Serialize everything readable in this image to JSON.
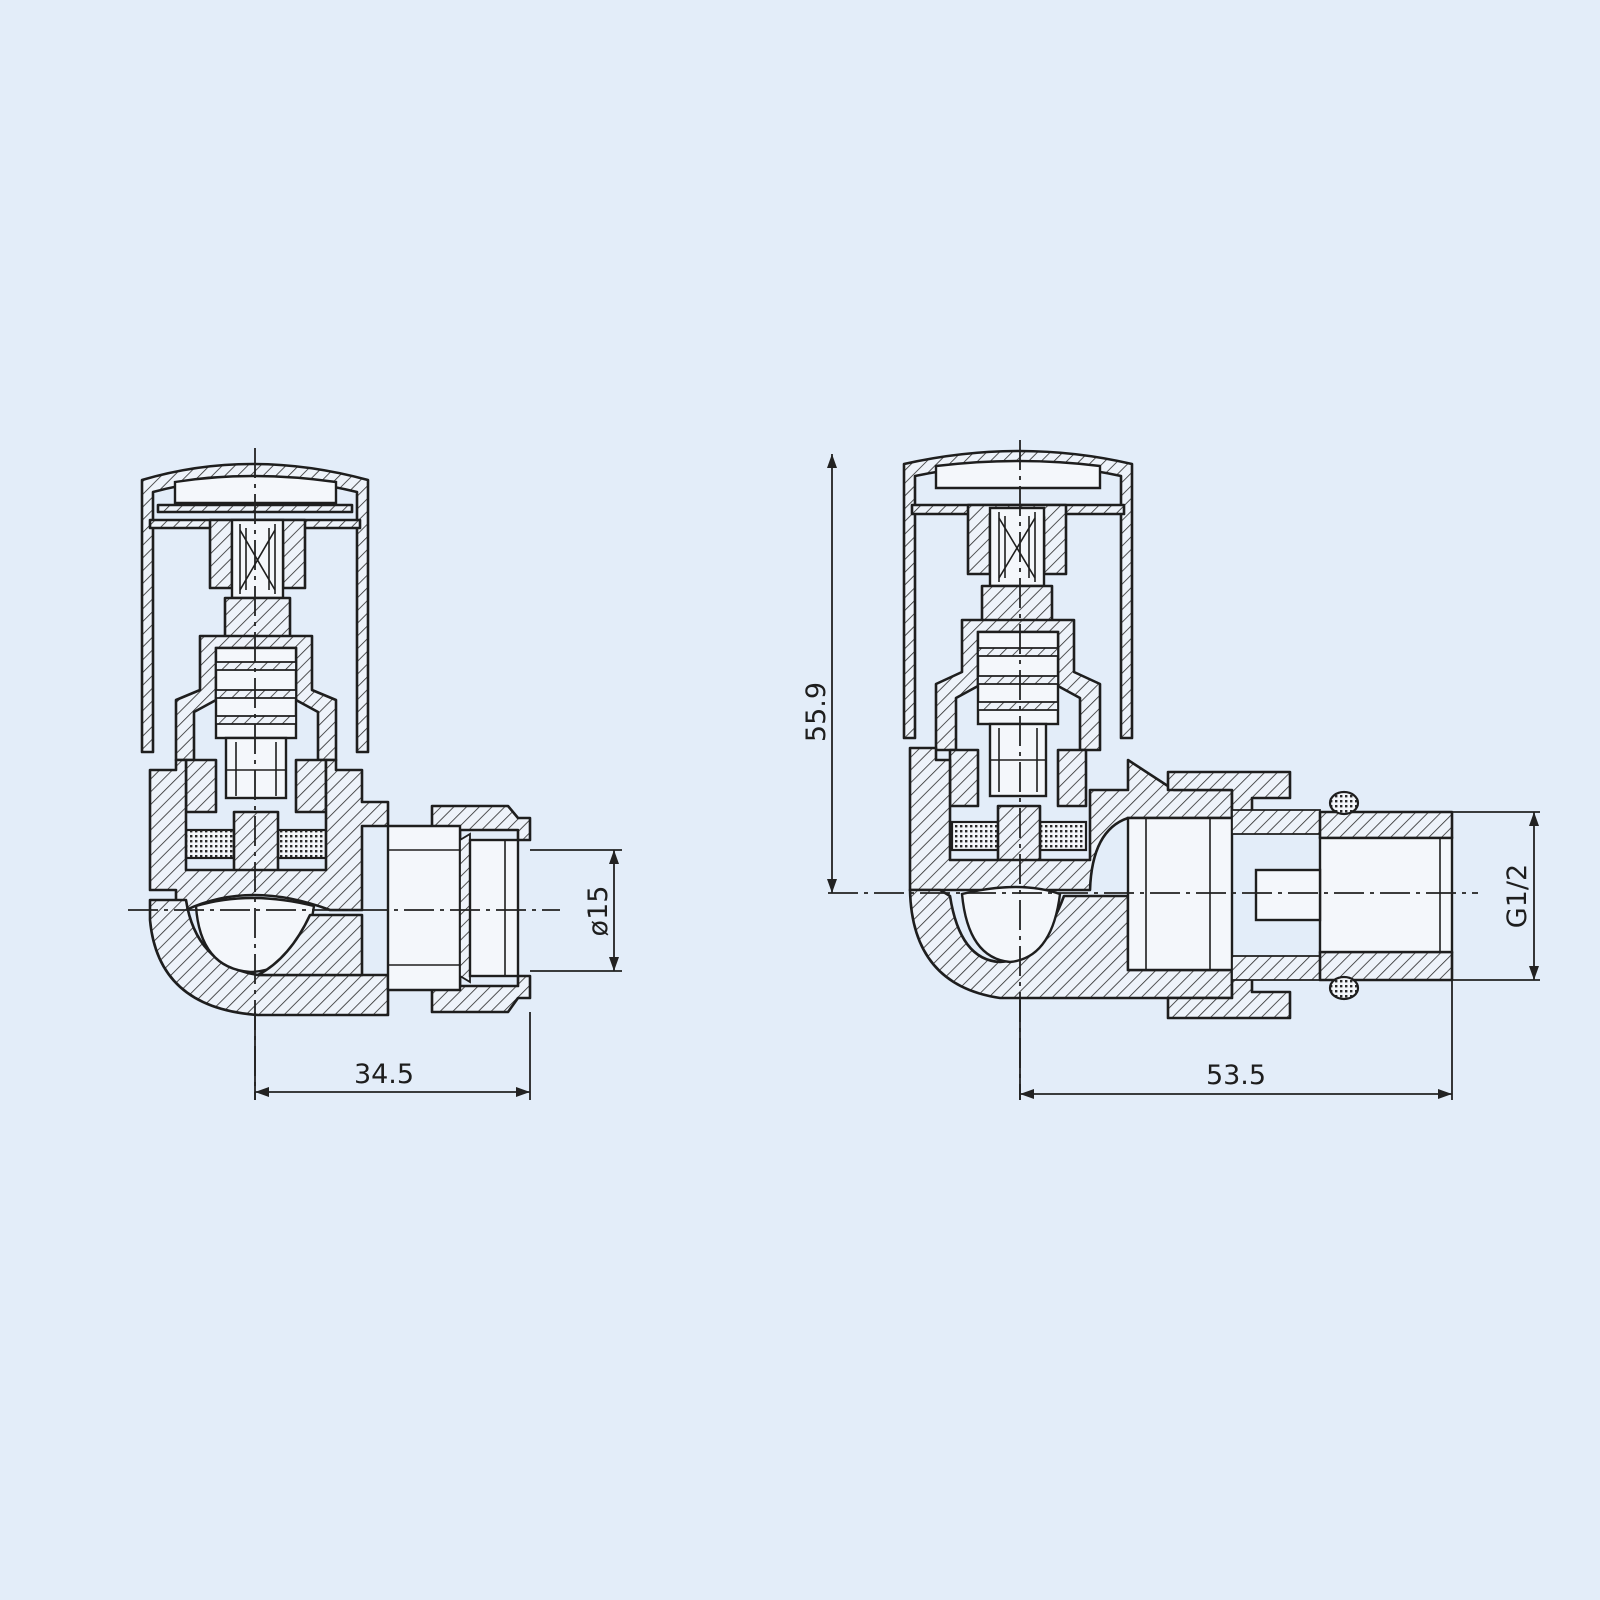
{
  "dimensions": {
    "width_left": "34.5",
    "pipe_diameter": "ø15",
    "height": "55.9",
    "width_right": "53.5",
    "thread": "G1/2"
  },
  "colors": {
    "background": "#e3edf9",
    "line": "#1e1e1e"
  }
}
